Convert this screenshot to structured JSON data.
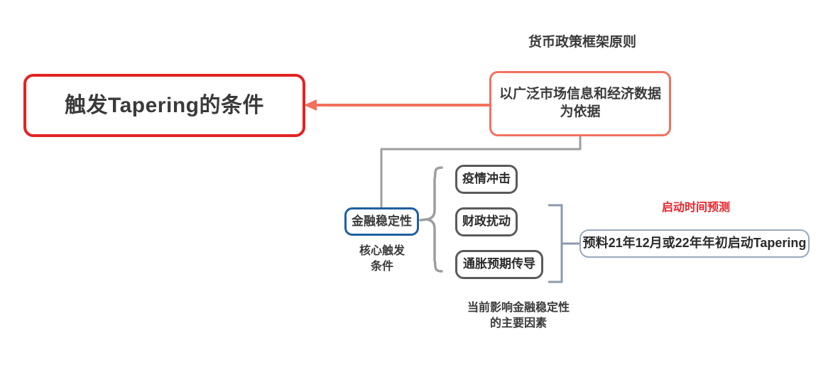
{
  "diagram": {
    "title": "触发Tapering的条件",
    "root": {
      "label": "触发Tapering的条件",
      "border_color": "#e32222"
    },
    "policy": {
      "section_label": "货币政策框架原则",
      "node_label": "以广泛市场信息和经济数据为依据",
      "border_color": "#f4705e"
    },
    "stability": {
      "node_label": "金融稳定性",
      "caption": "核心触发\n条件",
      "caption_line1": "核心触发",
      "caption_line2": "条件",
      "border_color": "#1f5fa0"
    },
    "factors": {
      "caption_line1": "当前影响金融稳定性",
      "caption_line2": "的主要因素",
      "border_color": "#5a5a5a",
      "items": [
        {
          "label": "疫情冲击"
        },
        {
          "label": "财政扰动"
        },
        {
          "label": "通胀预期传导"
        }
      ]
    },
    "forecast": {
      "section_label": "启动时间预测",
      "section_label_color": "#e8242a",
      "node_label": "预料21年12月或22年年初启动Tapering",
      "border_color": "#9aa7bd"
    },
    "connectors": {
      "red_arrow_color": "#f4705e",
      "gray_elbow_color": "#9e9e9e",
      "brace_color": "#9e9e9e",
      "bracket_color": "#8c99ae"
    }
  }
}
